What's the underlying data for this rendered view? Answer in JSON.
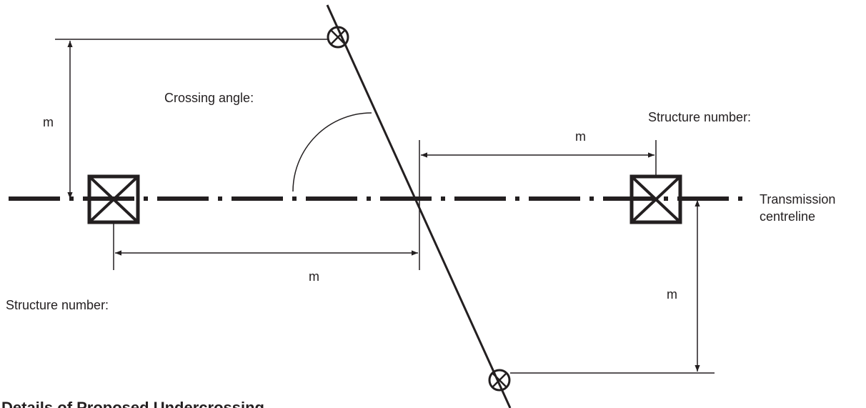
{
  "labels": {
    "crossing_angle": "Crossing angle:",
    "structure_number_right": "Structure number:",
    "structure_number_left": "Structure number:",
    "transmission_line1": "Transmission",
    "transmission_line2": "centreline",
    "unit_left_vertical": "m",
    "unit_top_horizontal": "m",
    "unit_bottom_horizontal": "m",
    "unit_right_vertical": "m",
    "section_title": "Details of Proposed Undercrossing"
  },
  "symbols": {
    "structure": "structure-box-cross-icon",
    "crossing_point": "circle-cross-icon"
  },
  "colors": {
    "ink": "#231f20",
    "background": "#ffffff"
  }
}
